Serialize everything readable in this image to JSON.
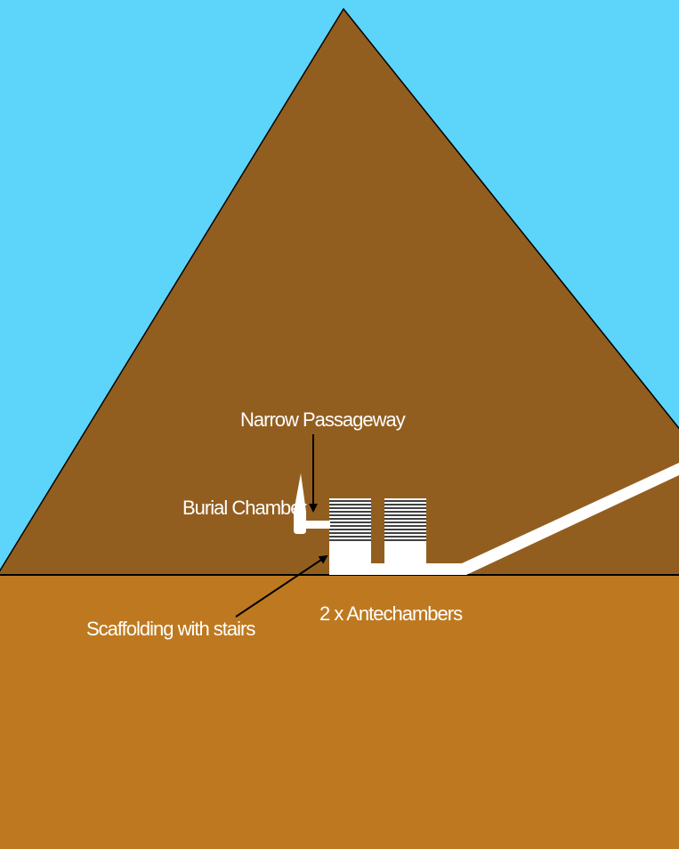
{
  "labels": {
    "narrow_passageway": "Narrow Passageway",
    "burial_chamber": "Burial Chamber",
    "scaffolding": "Scaffolding with stairs",
    "antechambers": "2 x Antechambers"
  },
  "colors": {
    "sky": "#5dd4fa",
    "pyramid": "#925e20",
    "ground": "#be7920",
    "structure": "#ffffff",
    "outline": "#000000"
  }
}
